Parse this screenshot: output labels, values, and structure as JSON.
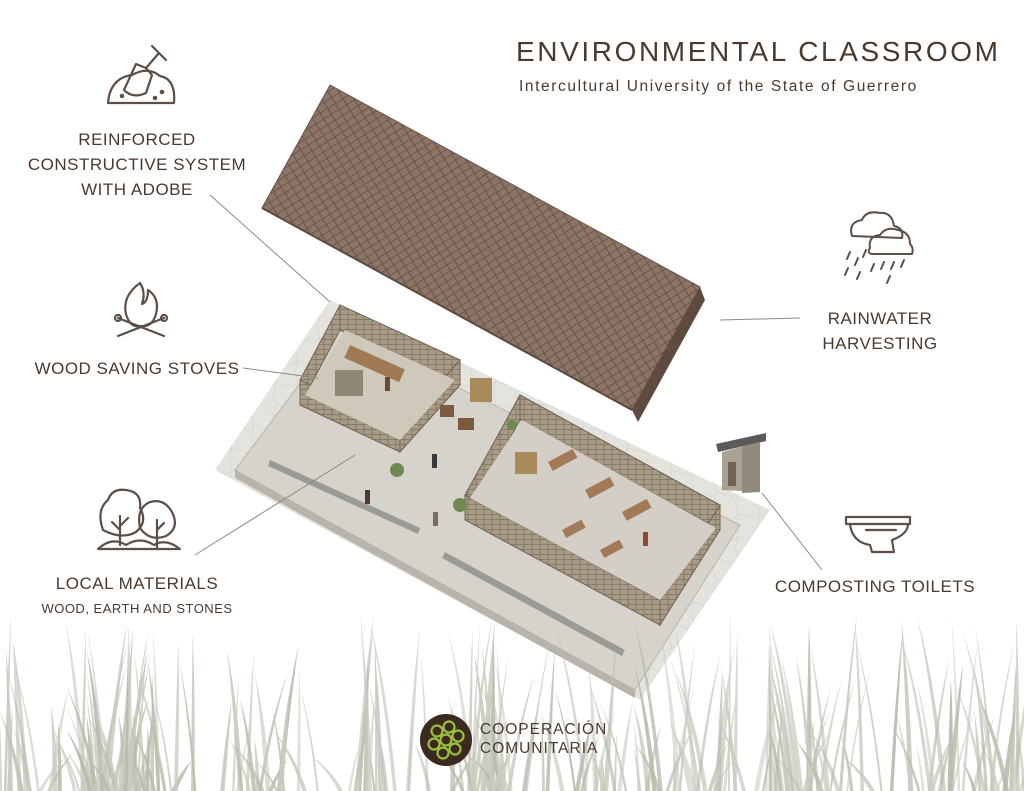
{
  "title": "ENVIRONMENTAL CLASSROOM",
  "subtitle": "Intercultural University of the State of Guerrero",
  "features": [
    {
      "id": "adobe",
      "lines": [
        "REINFORCED",
        "CONSTRUCTIVE SYSTEM",
        "WITH ADOBE"
      ],
      "icon": "shovel-icon"
    },
    {
      "id": "stoves",
      "lines": [
        "WOOD SAVING STOVES"
      ],
      "icon": "campfire-icon"
    },
    {
      "id": "materials",
      "lines": [
        "LOCAL MATERIALS"
      ],
      "sub": "WOOD, EARTH AND STONES",
      "icon": "trees-icon"
    },
    {
      "id": "rainwater",
      "lines": [
        "RAINWATER",
        "HARVESTING"
      ],
      "icon": "rain-cloud-icon"
    },
    {
      "id": "toilets",
      "lines": [
        "COMPOSTING TOILETS"
      ],
      "icon": "toilet-icon"
    }
  ],
  "logo": {
    "line1": "COOPERACIÓN",
    "line2": "COMUNITARIA",
    "icon": "flower-logo-icon"
  },
  "colors": {
    "text": "#4a3a2e",
    "icon": "#5b5048",
    "roof": "#8a7365",
    "wall": "#a69a86",
    "floor": "#d9d6cf",
    "grass": "#b9bdae",
    "logo_fill": "#3b2a20",
    "logo_accent": "#9bbf3b"
  }
}
